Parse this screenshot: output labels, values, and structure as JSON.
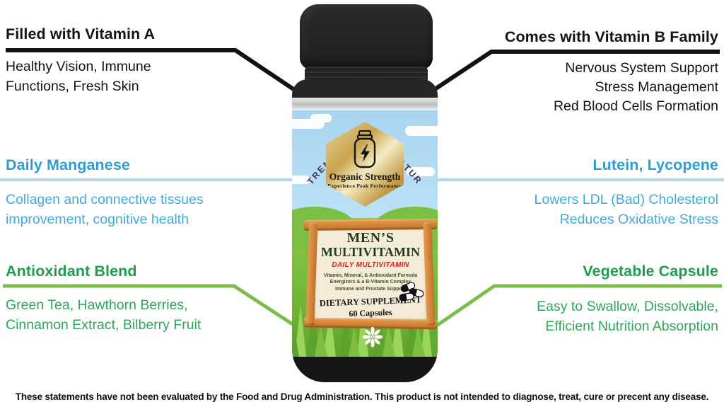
{
  "colors": {
    "black": "#141414",
    "blue": "#2e9ed2",
    "blue_line": "#b7d8e9",
    "green": "#1f9c4d",
    "green_line": "#7cbd4e",
    "red": "#c1271e"
  },
  "callouts": {
    "top_left": {
      "title": "Filled with Vitamin A",
      "lines": [
        "Healthy Vision, Immune",
        "Functions, Fresh Skin"
      ]
    },
    "top_right": {
      "title": "Comes with Vitamin B Family",
      "lines": [
        "Nervous System Support",
        "Stress Management",
        "Red Blood Cells Formation"
      ]
    },
    "mid_left": {
      "title": "Daily Manganese",
      "lines": [
        "Collagen and connective tissues",
        "improvement, cognitive health"
      ]
    },
    "mid_right": {
      "title": "Lutein, Lycopene",
      "lines": [
        "Lowers LDL (Bad) Cholesterol",
        "Reduces Oxidative Stress"
      ]
    },
    "bottom_left": {
      "title": "Antioxidant Blend",
      "lines": [
        "Green Tea, Hawthorn Berries,",
        "Cinnamon Extract, Bilberry Fruit"
      ]
    },
    "bottom_right": {
      "title": "Vegetable Capsule",
      "lines": [
        "Easy to Swallow, Dissolvable,",
        "Efficient Nutrition Absorption"
      ]
    }
  },
  "bottle": {
    "arc_text": "STRENGTH FROM NATURE",
    "brand": "Organic Strength",
    "brand_tagline": "Experience Peak Performance",
    "sign": {
      "title_line1": "MEN’S",
      "title_line2": "MULTIVITAMIN",
      "subtitle": "DAILY MULTIVITAMIN",
      "features": [
        "Vitamin, Mineral, & Antioxidant Formula",
        "Energizers & a B-Vitamin Complex",
        "Immune and Prostate Support"
      ],
      "type_label": "DIETARY SUPPLEMENT",
      "count_label": "60 Capsules"
    }
  },
  "disclaimer": "These statements have not been evaluated by the Food and Drug Administration. This product is not intended to diagnose, treat, cure or precent any disease."
}
